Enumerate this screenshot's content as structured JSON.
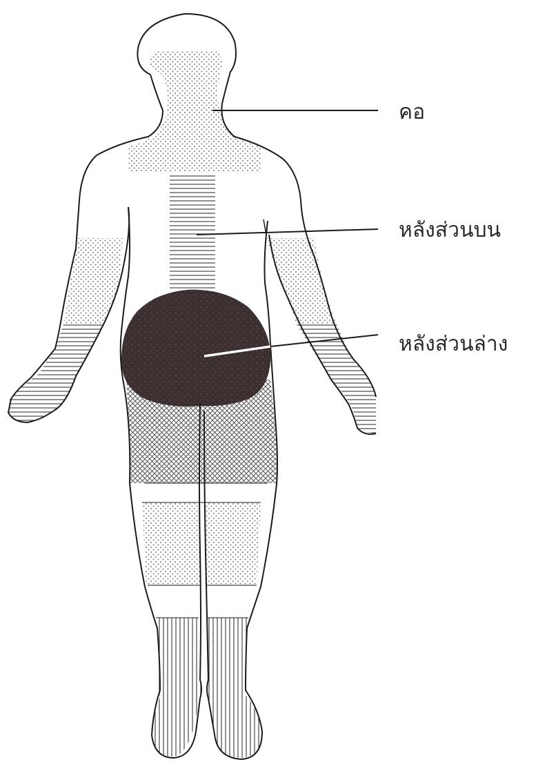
{
  "diagram": {
    "labels": {
      "neck": "คอ",
      "upper_back": "หลังส่วนบน",
      "lower_back": "หลังส่วนล่าง"
    },
    "colors": {
      "outline": "#1a1a1a",
      "lower_back_fill": "#3b2f2f",
      "dot_fill": "#7a7a7a",
      "stripe": "#555555",
      "background": "#ffffff"
    }
  }
}
